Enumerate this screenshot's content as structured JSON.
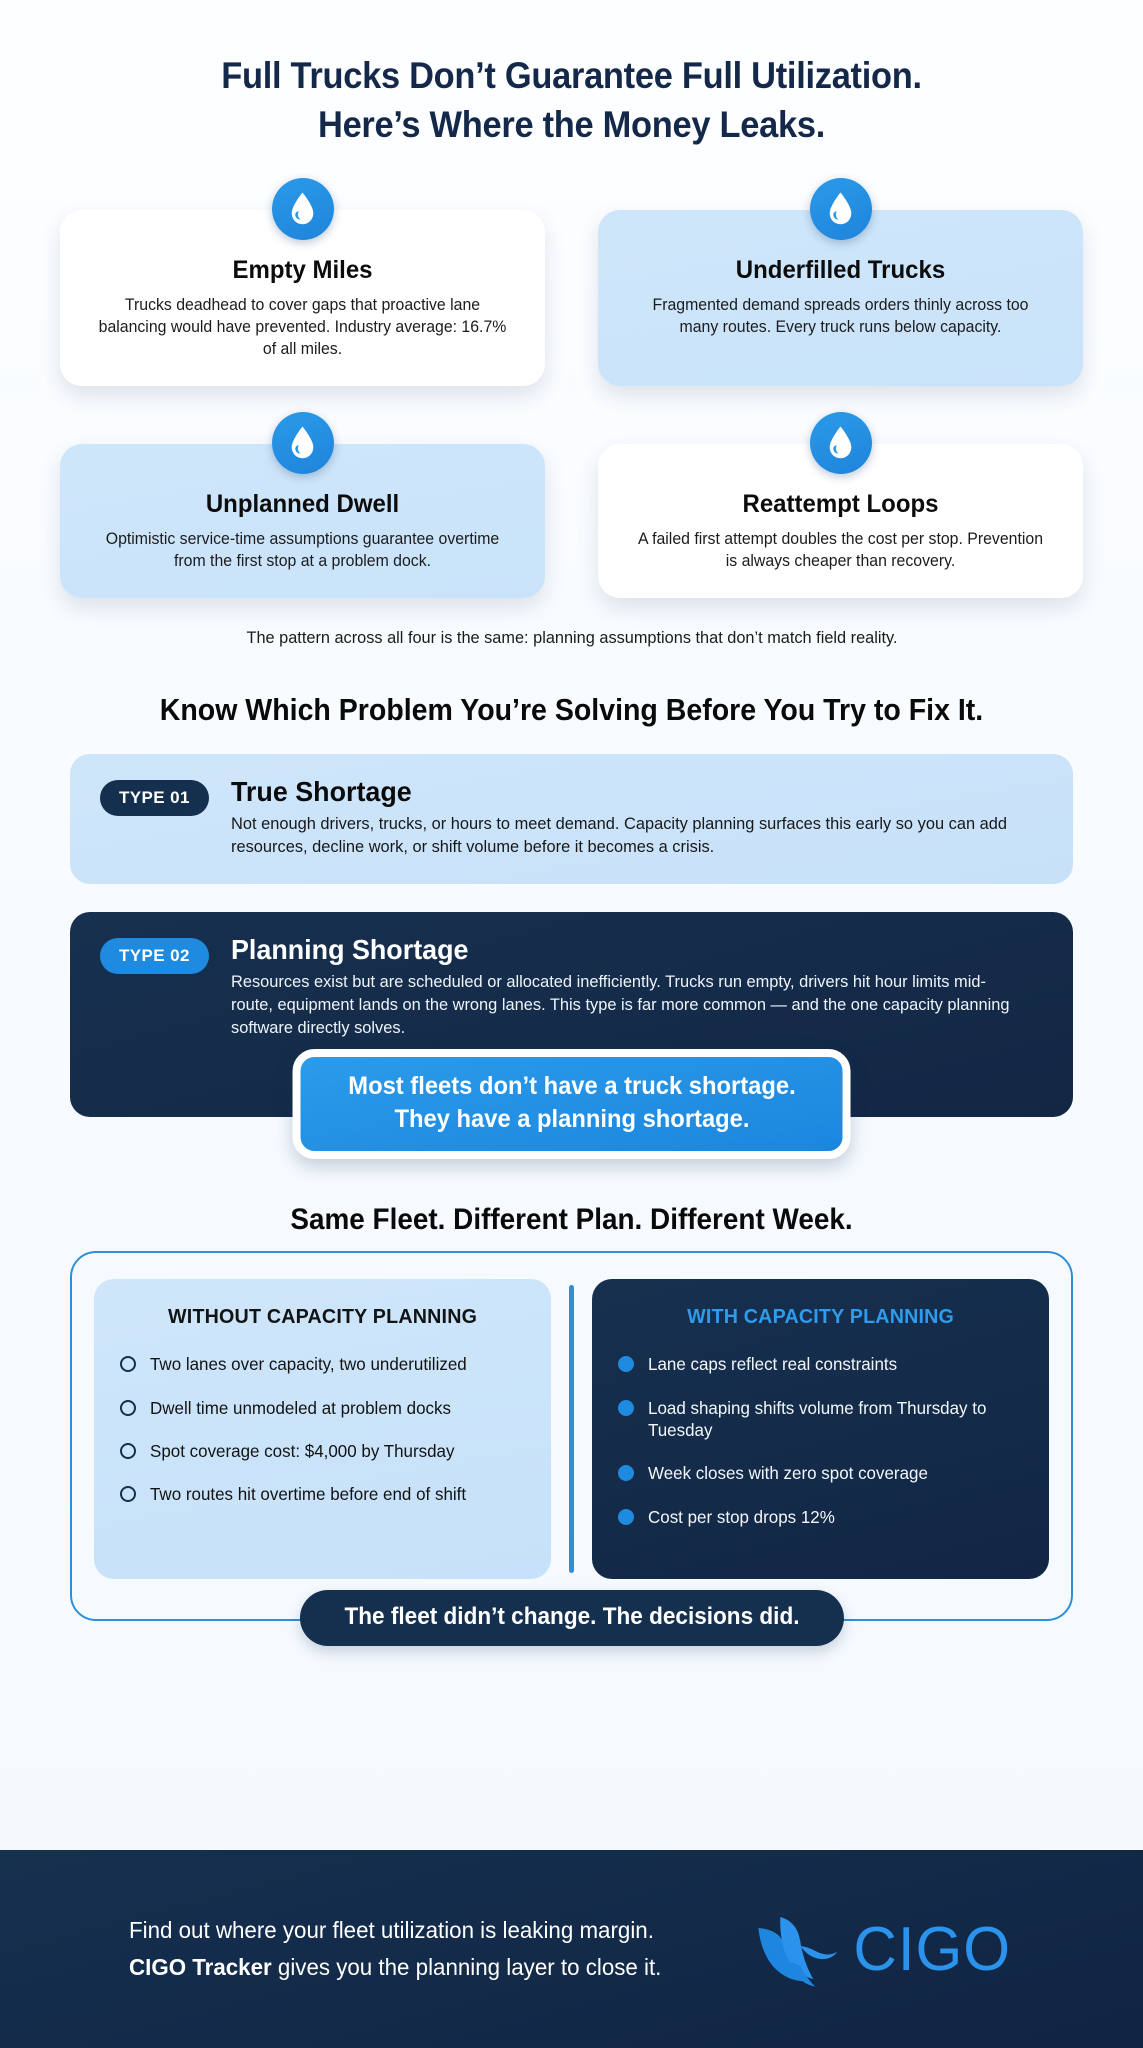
{
  "headline": {
    "line1": "Full Trucks Don’t Guarantee Full Utilization.",
    "line2": "Here’s Where the Money Leaks."
  },
  "leak_cards": [
    {
      "icon": "water-drop-icon",
      "title": "Empty Miles",
      "body": "Trucks deadhead to cover gaps that proactive lane balancing would have prevented. Industry average: 16.7% of all miles.",
      "style": "light"
    },
    {
      "icon": "water-drop-icon",
      "title": "Underfilled Trucks",
      "body": "Fragmented demand spreads orders thinly across too many routes. Every truck runs below capacity.",
      "style": "tint"
    },
    {
      "icon": "water-drop-icon",
      "title": "Unplanned Dwell",
      "body": "Optimistic service-time assumptions guarantee overtime from the first stop at a problem dock.",
      "style": "tint"
    },
    {
      "icon": "water-drop-icon",
      "title": "Reattempt Loops",
      "body": "A failed first attempt doubles the cost per stop. Prevention is always cheaper than recovery.",
      "style": "light"
    }
  ],
  "pattern_note": "The pattern across all four is the same: planning assumptions that don’t match field reality.",
  "section_heading": "Know Which Problem You’re Solving Before You Try to Fix It.",
  "types": [
    {
      "badge": "TYPE 01",
      "title": "True Shortage",
      "desc": "Not enough drivers, trucks, or hours to meet demand. Capacity planning surfaces this early so you can add resources, decline work, or shift volume before it becomes a crisis."
    },
    {
      "badge": "TYPE 02",
      "title": "Planning Shortage",
      "desc": "Resources exist but are scheduled or allocated inefficiently. Trucks run empty, drivers hit hour limits mid-route, equipment lands on the wrong lanes. This type is far more common — and the one capacity planning software directly solves."
    }
  ],
  "callout": {
    "line1": "Most fleets don’t have a truck shortage.",
    "line2": "They have a planning shortage."
  },
  "compare_heading": "Same Fleet. Different Plan. Different Week.",
  "compare": {
    "without": {
      "title": "WITHOUT CAPACITY PLANNING",
      "items": [
        "Two lanes over capacity, two underutilized",
        "Dwell time unmodeled at problem docks",
        "Spot coverage cost: $4,000 by Thursday",
        "Two routes hit overtime before end of shift"
      ]
    },
    "with": {
      "title": "WITH CAPACITY PLANNING",
      "items": [
        "Lane caps reflect real constraints",
        "Load shaping shifts volume from Thursday to Tuesday",
        "Week closes with zero spot coverage",
        "Cost per stop drops 12%"
      ]
    },
    "footer_pill": "The fleet didn’t change. The decisions did."
  },
  "footer": {
    "line1": "Find out where your fleet utilization is leaking margin.",
    "line2_strong": "CIGO Tracker",
    "line2_rest": " gives you the planning layer to close it.",
    "brand": "CIGO",
    "logo_icon": "cigo-bird-logo-icon"
  },
  "colors": {
    "navy": "#15304f",
    "blue": "#1e8ae0",
    "tint": "#cfe6fa",
    "headline_navy": "#14284a",
    "brand_blue": "#2b93ec"
  }
}
